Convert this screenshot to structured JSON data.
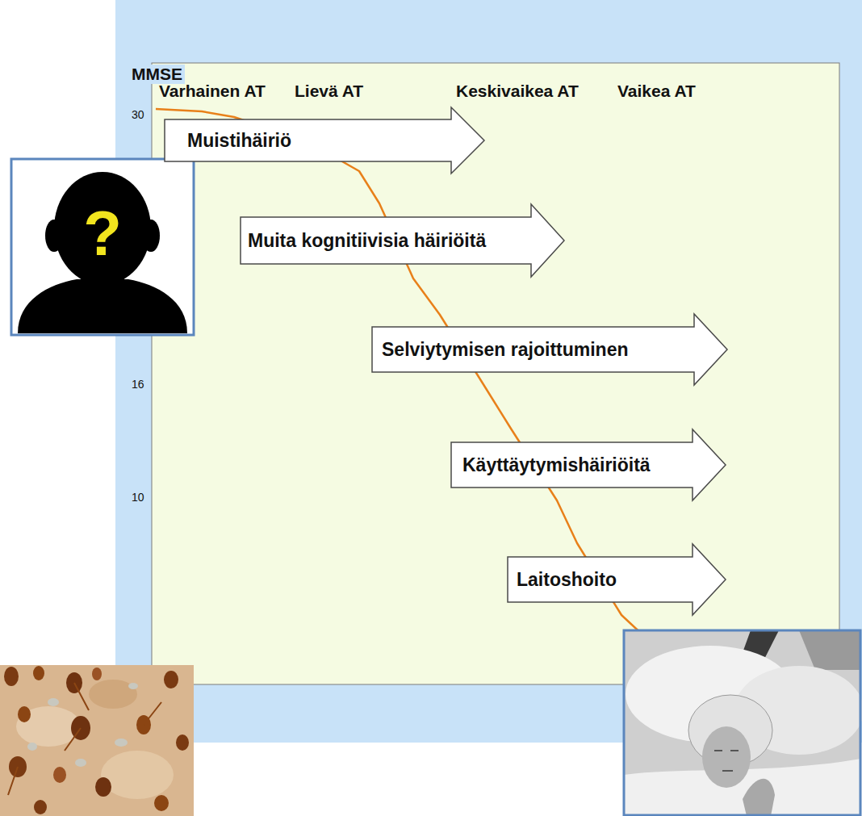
{
  "diagram": {
    "nodes": [
      {
        "text": [
          "Muistihäiriö"
        ]
      },
      {
        "text": [
          "Muita kognitiivisia häiriöitä"
        ]
      },
      {
        "text": [
          "Selviytymisen rajoittuminen"
        ]
      },
      {
        "text": [
          "Käyttäytymishäiriöitä"
        ]
      },
      {
        "text": [
          "Laitoshoito"
        ]
      }
    ],
    "labels": [
      "MMSE",
      "Varhainen AT",
      "Lievä AT",
      "Keskivaikea AT",
      "Vaikea AT",
      "30",
      "16",
      "10",
      "?"
    ]
  }
}
